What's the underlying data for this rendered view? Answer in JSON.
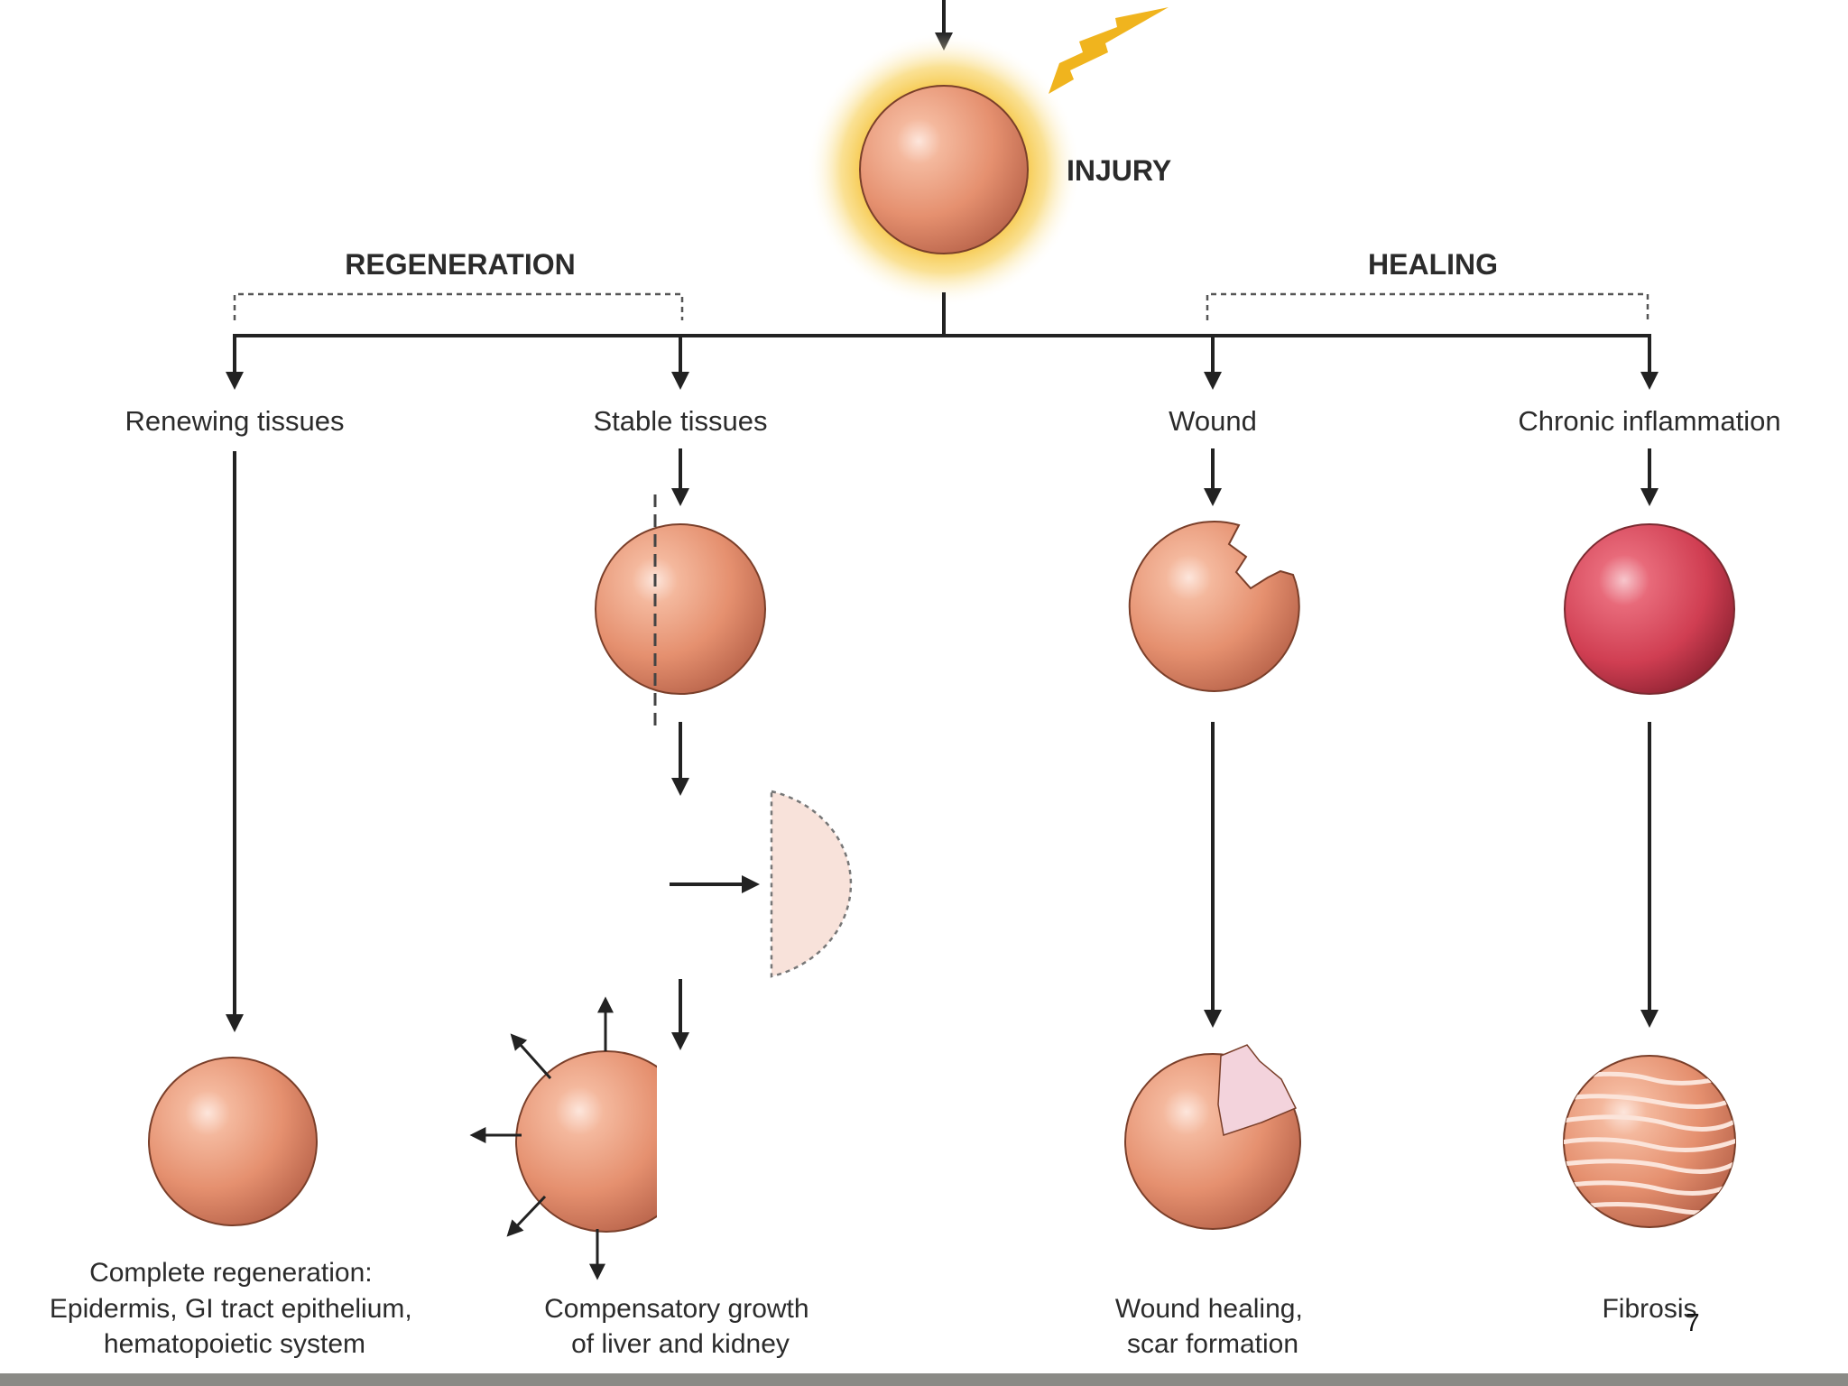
{
  "diagram": {
    "injury_label": "INJURY",
    "regeneration_label": "REGENERATION",
    "healing_label": "HEALING",
    "branches": {
      "renewing": "Renewing tissues",
      "stable": "Stable tissues",
      "wound": "Wound",
      "chronic": "Chronic inflammation"
    },
    "outcomes": {
      "complete": [
        "Complete regeneration:",
        "Epidermis, GI tract epithelium,",
        "hematopoietic system"
      ],
      "compensatory": [
        "Compensatory growth",
        "of liver and kidney"
      ],
      "scar": [
        "Wound healing,",
        "scar formation"
      ],
      "fibrosis": [
        "Fibrosis"
      ]
    },
    "colors": {
      "cell": "#e89a7a",
      "inflamed_cell": "#d9485a",
      "glow": "#f5c23a",
      "lightning": "#f0b41e",
      "arrow": "#222222"
    }
  },
  "page_number": "7"
}
